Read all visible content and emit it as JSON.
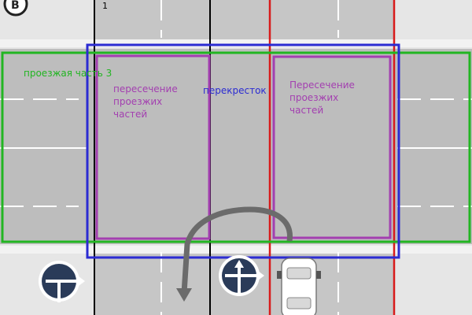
{
  "labels": {
    "line_number": "1",
    "road_label": "проезжая часть 3",
    "intersection_left": "пересечение\nпроезжих\nчастей",
    "crossroad": "перекресток",
    "intersection_right": "Пересечение\nпроезжих\nчастей"
  },
  "colors": {
    "road": "#bdbdbd",
    "sidewalk": "#e6e6e6",
    "green_outline": "#22b522",
    "blue_outline": "#2b2bd2",
    "purple_outline": "#a33fb0",
    "red_line": "#d81b1b",
    "black_line": "#000000",
    "u_turn_arrow": "#6b6b6b"
  },
  "signs": [
    "road-sign-icon-top-left",
    "direction-arrow-sign-icon-left",
    "direction-arrow-sign-icon-center"
  ],
  "vehicles": [
    "white-car-icon"
  ]
}
